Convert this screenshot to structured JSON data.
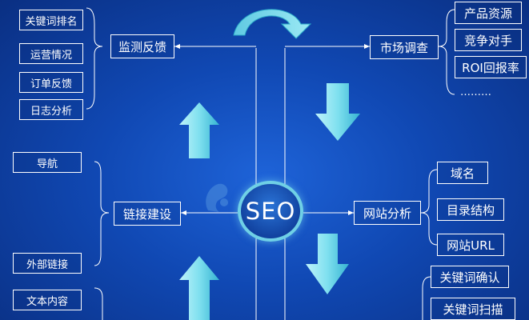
{
  "center": {
    "label": "SEO"
  },
  "left_top": {
    "hub": "监测反馈",
    "items": [
      "关键词排名",
      "运营情况",
      "订单反馈",
      "日志分析"
    ]
  },
  "left_middle": {
    "hub": "链接建设",
    "items": [
      "导航",
      "外部链接"
    ]
  },
  "left_bottom": {
    "items": [
      "文本内容"
    ]
  },
  "right_top": {
    "hub": "市场调查",
    "items": [
      "产品资源",
      "竞争对手",
      "ROI回报率"
    ],
    "ellipsis": "………"
  },
  "right_middle": {
    "hub": "网站分析",
    "items": [
      "域名",
      "目录结构",
      "网站URL"
    ]
  },
  "right_bottom": {
    "items": [
      "关键词确认",
      "关键词扫描"
    ]
  },
  "colors": {
    "arrow_fill": "#7fe0ef",
    "arrow_dark": "#2aa8c8",
    "line": "#ffffff",
    "bg_center": "#1e63d8",
    "bg_edge": "#0a2f82"
  }
}
